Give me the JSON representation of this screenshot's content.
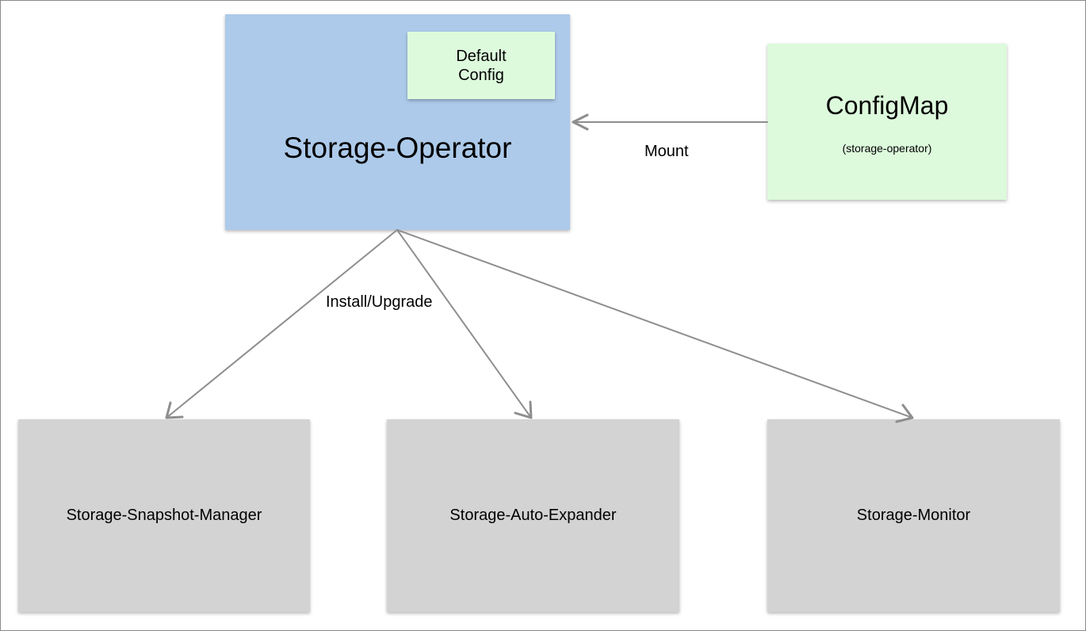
{
  "colors": {
    "operator_fill": "#adcaea",
    "config_fill": "#ddfadc",
    "component_fill": "#d3d3d3",
    "edge": "#8e8e8e"
  },
  "nodes": {
    "operator": {
      "label": "Storage-Operator"
    },
    "default_config": {
      "line1": "Default",
      "line2": "Config"
    },
    "configmap": {
      "label": "ConfigMap",
      "sublabel": "(storage-operator)"
    },
    "snapshot_manager": {
      "label": "Storage-Snapshot-Manager"
    },
    "auto_expander": {
      "label": "Storage-Auto-Expander"
    },
    "monitor": {
      "label": "Storage-Monitor"
    }
  },
  "edges": {
    "mount": {
      "from": "ConfigMap",
      "to": "Storage-Operator",
      "label": "Mount"
    },
    "install": {
      "from": "Storage-Operator",
      "label": "Install/Upgrade",
      "targets": [
        "Storage-Snapshot-Manager",
        "Storage-Auto-Expander",
        "Storage-Monitor"
      ]
    }
  }
}
